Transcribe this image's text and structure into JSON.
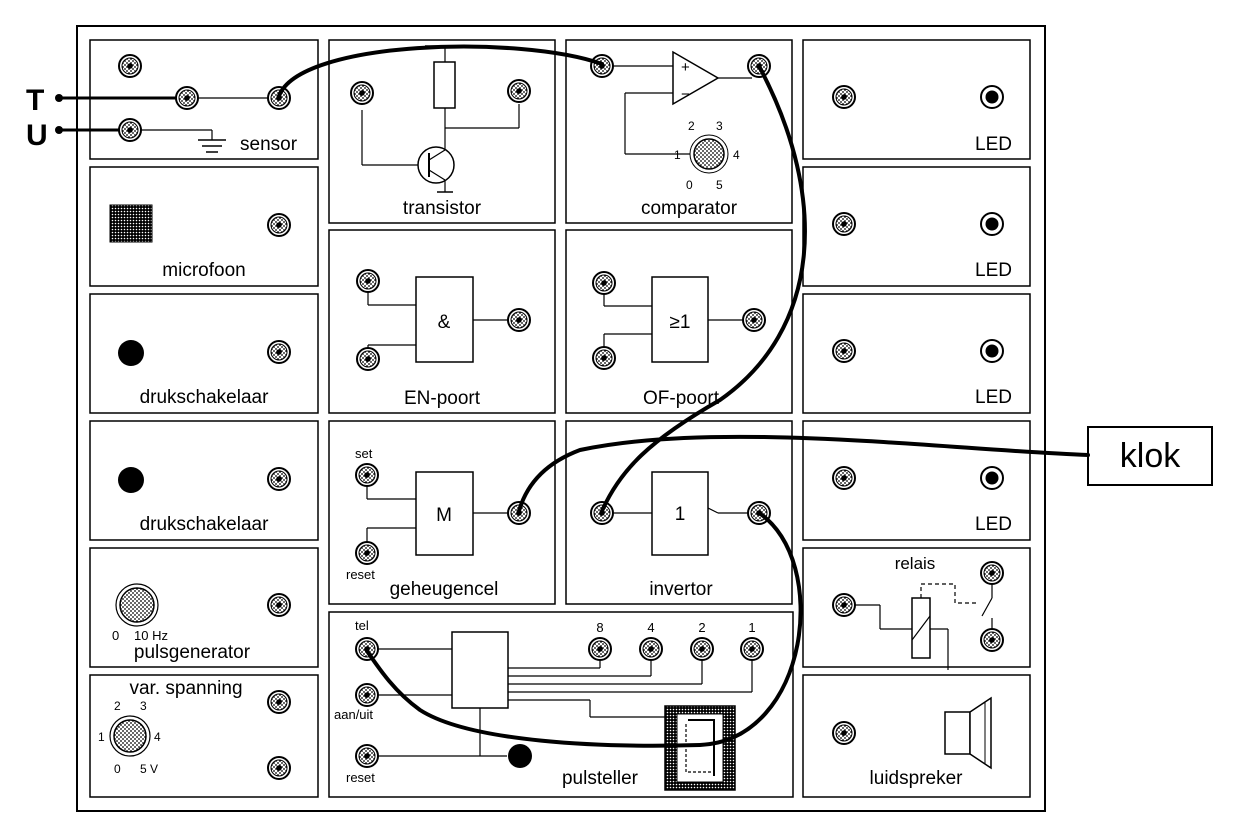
{
  "external": {
    "T": "T",
    "U": "U",
    "klok": "klok"
  },
  "modules": {
    "sensor": "sensor",
    "microfoon": "microfoon",
    "druk1": "drukschakelaar",
    "druk2": "drukschakelaar",
    "pulsgenerator": "pulsgenerator",
    "pulsgen_scale_0": "0",
    "pulsgen_scale_10": "10 Hz",
    "varspanning": "var. spanning",
    "var_1": "1",
    "var_2": "2",
    "var_3": "3",
    "var_4": "4",
    "var_0": "0",
    "var_5": "5 V",
    "transistor": "transistor",
    "en_poort": "EN-poort",
    "en_symbol": "&",
    "geheugencel": "geheugencel",
    "geh_set": "set",
    "geh_reset": "reset",
    "geh_symbol": "M",
    "pulsteller": "pulsteller",
    "pt_tel": "tel",
    "pt_aanuit": "aan/uit",
    "pt_reset": "reset",
    "pt_8": "8",
    "pt_4": "4",
    "pt_2": "2",
    "pt_1": "1",
    "comparator": "comparator",
    "comp_plus": "+",
    "comp_minus": "−",
    "comp_1": "1",
    "comp_2": "2",
    "comp_3": "3",
    "comp_4": "4",
    "comp_0": "0",
    "comp_5": "5",
    "of_poort": "OF-poort",
    "of_symbol": "≥1",
    "invertor": "invertor",
    "inv_symbol": "1",
    "led1": "LED",
    "led2": "LED",
    "led3": "LED",
    "led4": "LED",
    "relais": "relais",
    "luidspreker": "luidspreker"
  }
}
